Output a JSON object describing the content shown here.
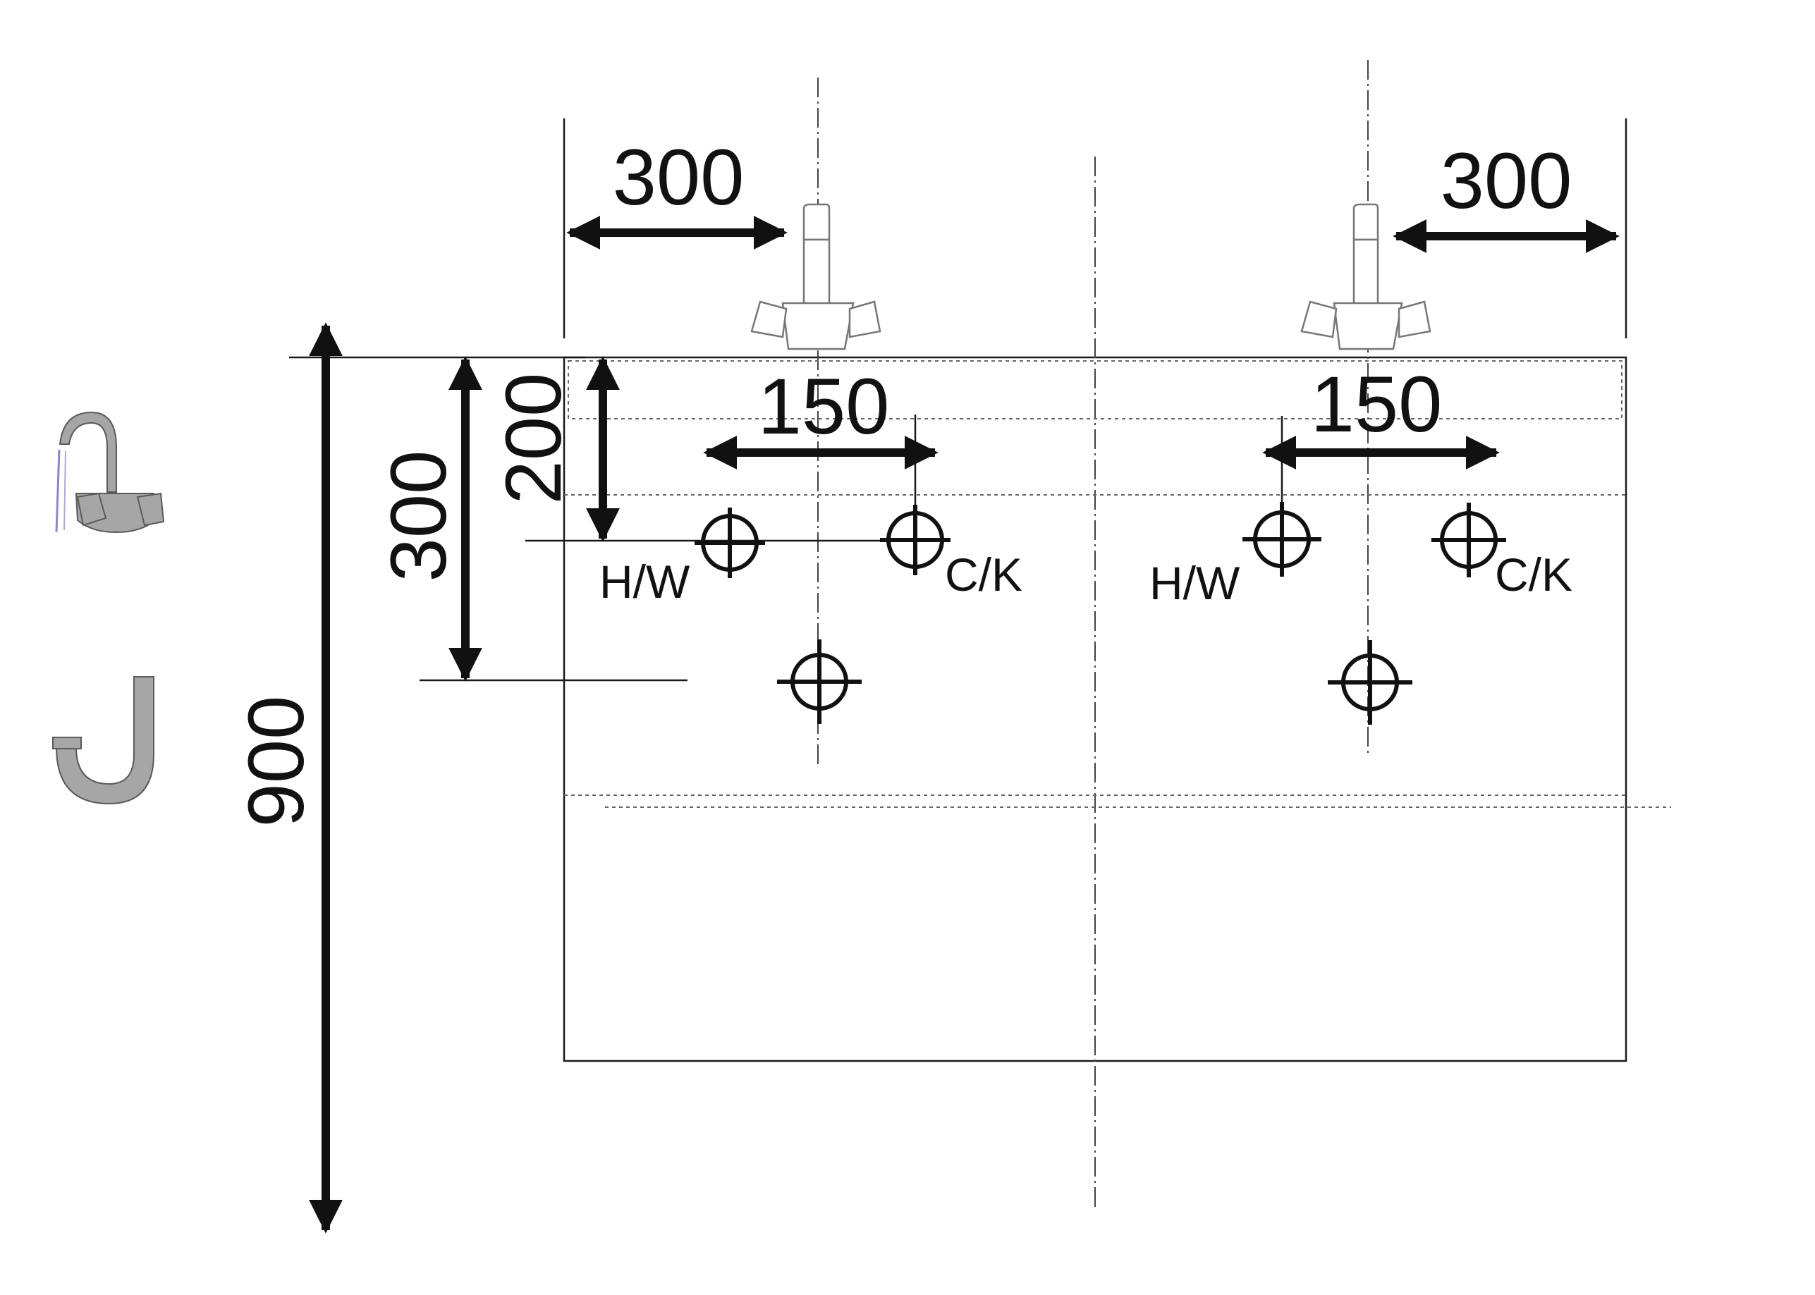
{
  "diagram": {
    "dimensions": {
      "left_offset": "300",
      "right_offset": "300",
      "left_tap_spacing": "150",
      "right_tap_spacing": "150",
      "tap_height": "200",
      "waste_height": "300",
      "overall_height": "900"
    },
    "labels": {
      "left_hot": "H/W",
      "left_cold": "C/K",
      "right_hot": "H/W",
      "right_cold": "C/K"
    },
    "icons": [
      "mixer-tap-icon",
      "waste-trap-icon"
    ],
    "colors": {
      "line": "#111111",
      "icon_fill": "#a6a6a6"
    }
  }
}
